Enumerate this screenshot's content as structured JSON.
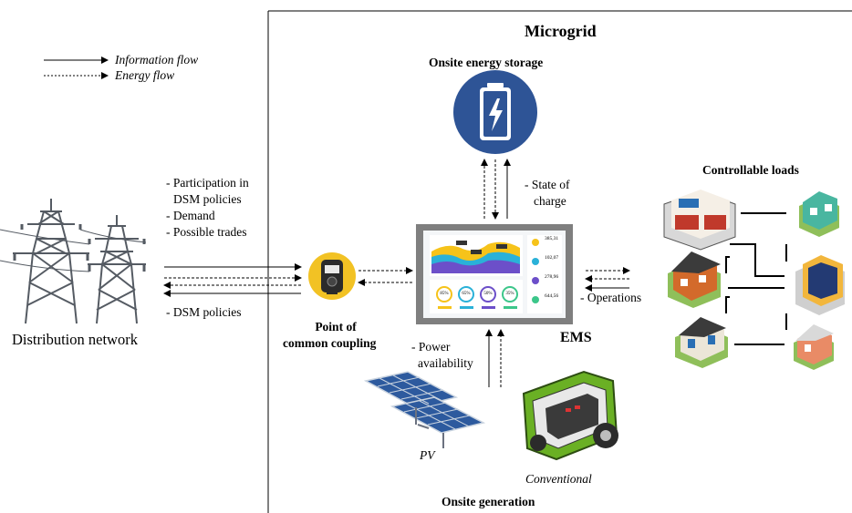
{
  "legend": {
    "information_flow": "Information flow",
    "energy_flow": "Energy flow"
  },
  "microgrid": {
    "title": "Microgrid"
  },
  "storage": {
    "title": "Onsite energy storage",
    "state_of_charge": [
      "- State of",
      "charge"
    ]
  },
  "distribution": {
    "label": "Distribution network",
    "upstream_lines": [
      "- Participation in",
      "DSM policies",
      "- Demand",
      "- Possible trades"
    ],
    "downstream_line": "- DSM policies"
  },
  "pcc": {
    "label_line1": "Point of",
    "label_line2": "common coupling"
  },
  "ems": {
    "label": "EMS",
    "operations": "- Operations",
    "power_availability": [
      "- Power",
      "availability"
    ],
    "dashboard": {
      "stats": [
        "385,31",
        "102,07",
        "278,96",
        "644,56"
      ],
      "gauges": [
        "85%",
        "65%",
        "50%",
        "35%"
      ]
    }
  },
  "loads": {
    "title": "Controllable loads"
  },
  "generation": {
    "title": "Onsite generation",
    "pv": "PV",
    "conventional": "Conventional"
  },
  "colors": {
    "storage_circle": "#2e5496",
    "ems_frame": "#7f7f7f",
    "meter_yellow": "#f2c224",
    "generator_green": "#6ab024"
  }
}
